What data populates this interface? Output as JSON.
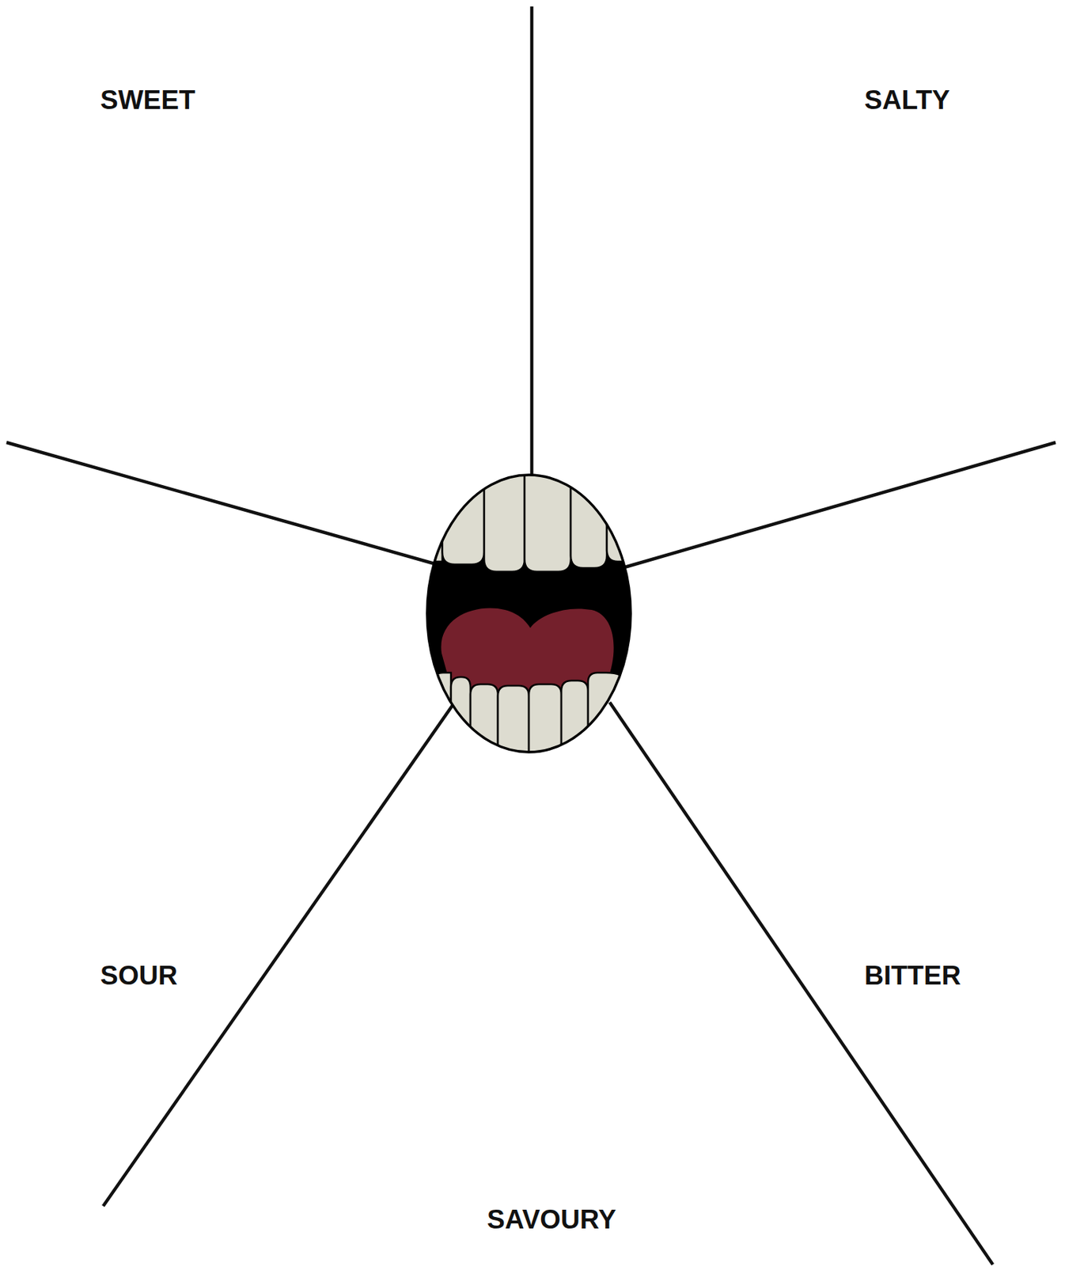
{
  "diagram": {
    "labels": [
      "SWEET",
      "SALTY",
      "SOUR",
      "BITTER",
      "SAVOURY"
    ]
  }
}
